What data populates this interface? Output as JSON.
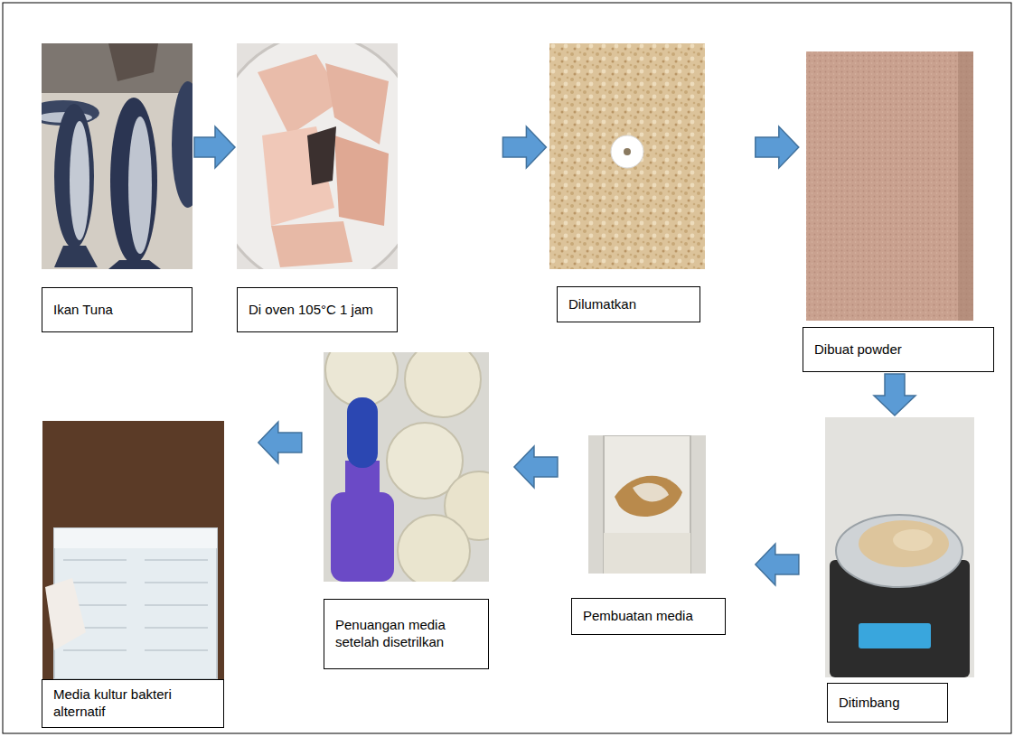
{
  "diagram": {
    "nodes": [
      {
        "text": [
          "Ikan Tuna"
        ]
      },
      {
        "text": [
          "Di oven 105°C 1 jam"
        ]
      },
      {
        "text": [
          "Dilumatkan"
        ]
      },
      {
        "text": [
          "Dibuat powder"
        ]
      },
      {
        "text": [
          "Ditimbang"
        ]
      },
      {
        "text": [
          "Pembuatan media"
        ]
      },
      {
        "text": [
          "Penuangan media setelah disetrilkan"
        ]
      },
      {
        "text": [
          "Media kultur bakteri alternatif"
        ]
      }
    ],
    "edges": [
      {
        "from": 0,
        "to": 1,
        "arrow": "to"
      },
      {
        "from": 1,
        "to": 2,
        "arrow": "to"
      },
      {
        "from": 2,
        "to": 3,
        "arrow": "to"
      },
      {
        "from": 3,
        "to": 4,
        "arrow": "to"
      },
      {
        "from": 4,
        "to": 5,
        "arrow": "to"
      },
      {
        "from": 5,
        "to": 6,
        "arrow": "to"
      },
      {
        "from": 6,
        "to": 7,
        "arrow": "to"
      }
    ]
  }
}
